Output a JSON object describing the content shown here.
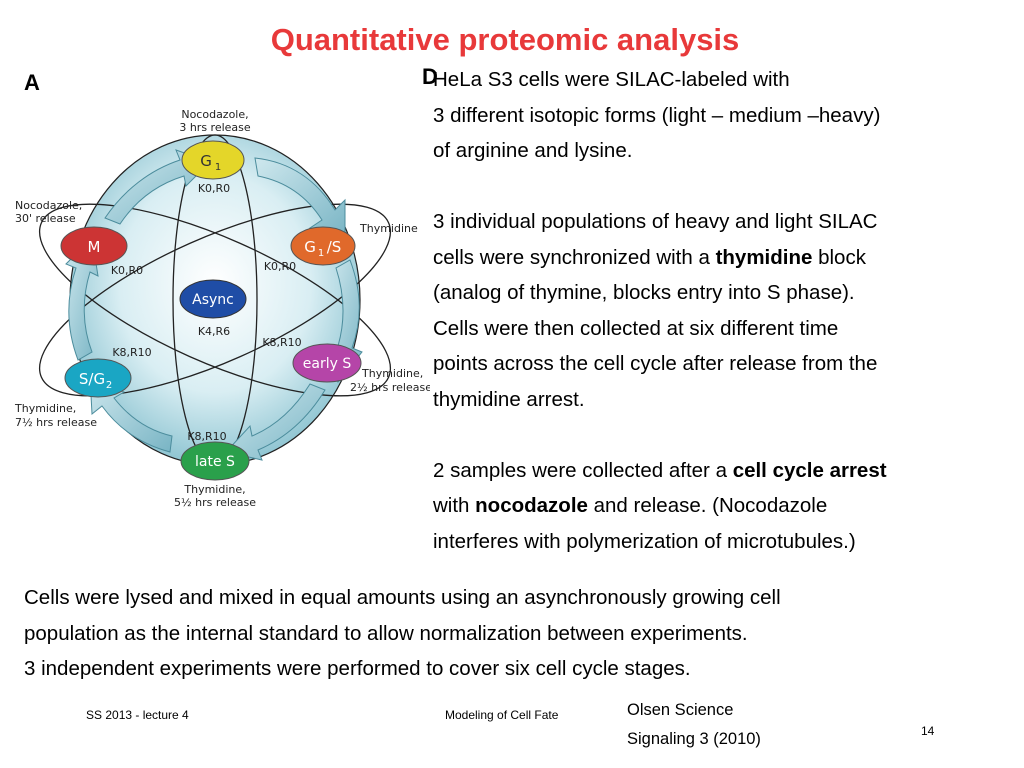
{
  "title": "Quantitative proteomic analysis",
  "panels": {
    "a": "A",
    "d": "D"
  },
  "diagram": {
    "nodes": {
      "g1": {
        "label": "G",
        "sub": "1",
        "color": "#e4d629"
      },
      "g1s": {
        "label": "G",
        "sub": "1",
        "suffix": "/S",
        "color": "#e0692b"
      },
      "earlys": {
        "label": "early S",
        "color": "#b545a8"
      },
      "lates": {
        "label": "late S",
        "color": "#2aa04b"
      },
      "sg2": {
        "label": "S/G",
        "sub": "2",
        "color": "#1aa6c4"
      },
      "m": {
        "label": "M",
        "color": "#cc3434"
      },
      "async": {
        "label": "Async",
        "color": "#1f4da6"
      }
    },
    "labels": {
      "g1_1": "K0,R0",
      "g1s_1": "K0,R0",
      "m_1": "K0,R0",
      "async_1": "K4,R6",
      "sg2_1": "K8,R10",
      "earlys_1": "K8,R10",
      "lates_1": "K8,R10"
    },
    "annotations": {
      "noco3_l1": "Nocodazole,",
      "noco3_l2": "3 hrs release",
      "noco30_l1": "Nocodazole,",
      "noco30_l2": "30' release",
      "thym": "Thymidine",
      "thym25_l1": "Thymidine,",
      "thym25_l2": "2½ hrs release",
      "thym75_l1": "Thymidine,",
      "thym75_l2": "7½ hrs release",
      "thym55_l1": "Thymidine,",
      "thym55_l2": "5½ hrs release"
    }
  },
  "right_text": {
    "p1": [
      "HeLa S3 cells were SILAC-labeled with",
      "3 different isotopic forms (light – medium –heavy)",
      "of arginine and lysine."
    ],
    "p2_l1": "3 individual populations of heavy and light SILAC",
    "p2_l2a": "cells were synchronized with a ",
    "p2_l2b": "thymidine",
    "p2_l2c": " block",
    "p2_l3": "(analog of thymine, blocks entry into S phase).",
    "p2_l4": "Cells were then collected at six different time",
    "p2_l5": "points across the cell cycle after release from the",
    "p2_l6": "thymidine arrest.",
    "p3_l1a": "2 samples were collected after a ",
    "p3_l1b": "cell cycle arrest",
    "p3_l2a": "with ",
    "p3_l2b": "nocodazole",
    "p3_l2c": " and release. (Nocodazole",
    "p3_l3": "interferes with polymerization of microtubules.)"
  },
  "bottom_text": [
    "Cells were lysed and mixed in equal amounts using an asynchronously growing cell",
    "population as the internal standard to allow normalization between experiments.",
    "3 independent experiments were performed to cover six cell cycle stages."
  ],
  "footer": {
    "left": "SS 2013 - lecture 4",
    "center": "Modeling of Cell Fate",
    "cite_l1": "Olsen Science",
    "cite_l2": "Signaling 3 (2010)",
    "page": "14"
  }
}
